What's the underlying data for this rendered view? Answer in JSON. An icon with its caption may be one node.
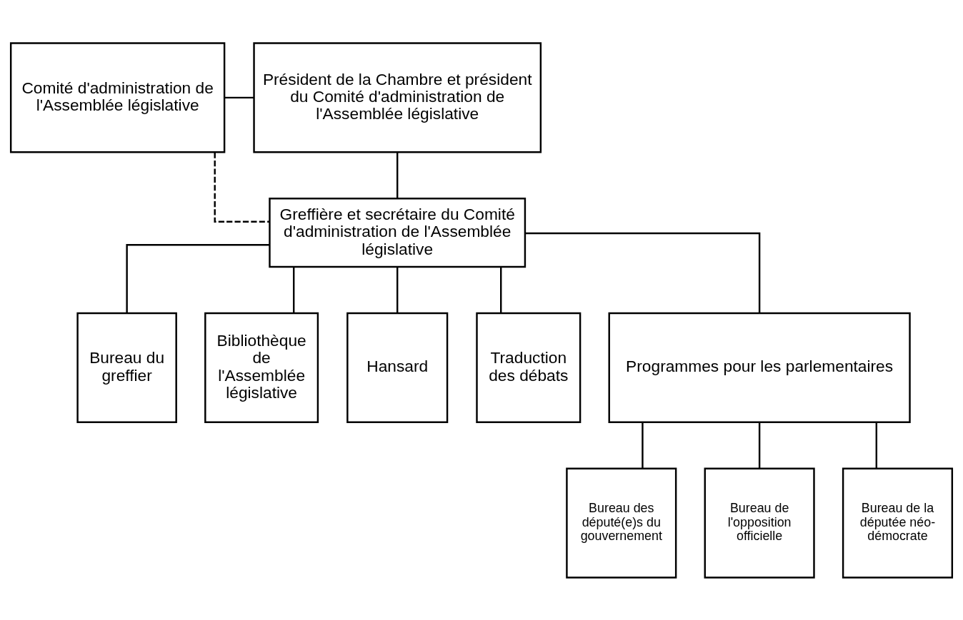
{
  "diagram": {
    "nodes": [
      {
        "text": [
          "Comité d'administration de l'Assemblée législative"
        ]
      },
      {
        "text": [
          "Président de la Chambre et président du Comité d'administration de l'Assemblée législative"
        ]
      },
      {
        "text": [
          "Greffière et secrétaire du Comité d'administration de l'Assemblée législative"
        ]
      },
      {
        "text": [
          "Bureau du greffier"
        ]
      },
      {
        "text": [
          "Bibliothèque de l'Assemblée législative"
        ]
      },
      {
        "text": [
          "Hansard"
        ]
      },
      {
        "text": [
          "Traduction des débats"
        ]
      },
      {
        "text": [
          "Programmes pour les parlementaires"
        ]
      },
      {
        "text": [
          "Bureau des député(e)s du gouvernement"
        ]
      },
      {
        "text": [
          "Bureau de l'opposition officielle"
        ]
      },
      {
        "text": [
          "Bureau de la députée néo-démocrate"
        ]
      }
    ],
    "edges": [
      {
        "from": 0,
        "to": 1,
        "arrow": "none"
      },
      {
        "from": 1,
        "to": 2,
        "arrow": "none"
      },
      {
        "from": 0,
        "to": 2,
        "arrow": "none",
        "style": "dashed"
      },
      {
        "from": 2,
        "to": 3,
        "arrow": "none"
      },
      {
        "from": 2,
        "to": 4,
        "arrow": "none"
      },
      {
        "from": 2,
        "to": 5,
        "arrow": "none"
      },
      {
        "from": 2,
        "to": 6,
        "arrow": "none"
      },
      {
        "from": 2,
        "to": 7,
        "arrow": "none"
      },
      {
        "from": 7,
        "to": 8,
        "arrow": "none"
      },
      {
        "from": 7,
        "to": 9,
        "arrow": "none"
      },
      {
        "from": 7,
        "to": 10,
        "arrow": "none"
      }
    ]
  }
}
